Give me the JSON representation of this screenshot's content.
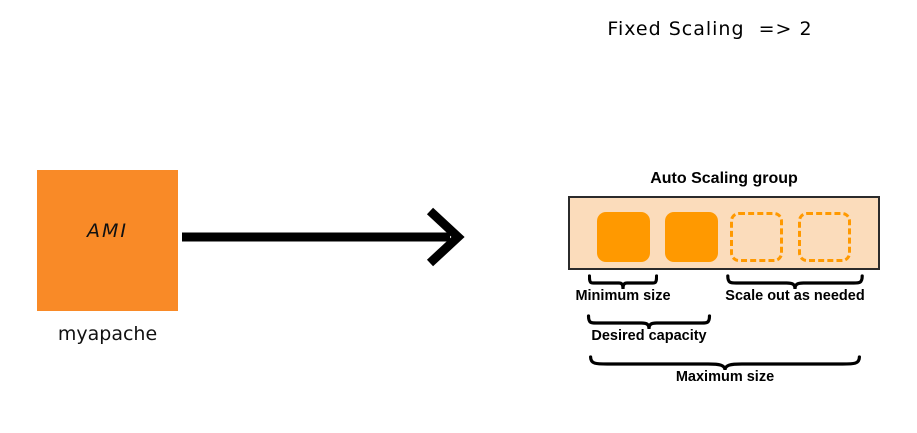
{
  "title": "Fixed Scaling  => 2",
  "source": {
    "box_text": "AMI",
    "caption": "myapache",
    "color": "#F98A27"
  },
  "arrow": {
    "name": "flow-arrow",
    "direction": "right",
    "color": "#000000"
  },
  "asg": {
    "title": "Auto Scaling group",
    "background": "#FBDCBB",
    "border": "#2b2b2b",
    "instance_color": "#FF9900",
    "instances": [
      {
        "state": "running",
        "style": "solid"
      },
      {
        "state": "running",
        "style": "solid"
      },
      {
        "state": "potential",
        "style": "dashed"
      },
      {
        "state": "potential",
        "style": "dashed"
      }
    ],
    "annotations": [
      {
        "label": "Minimum size",
        "spans_instances": 2
      },
      {
        "label": "Scale out as needed",
        "spans_instances": 2
      },
      {
        "label": "Desired capacity",
        "spans_instances": 2
      },
      {
        "label": "Maximum size",
        "spans_instances": 4
      }
    ]
  }
}
